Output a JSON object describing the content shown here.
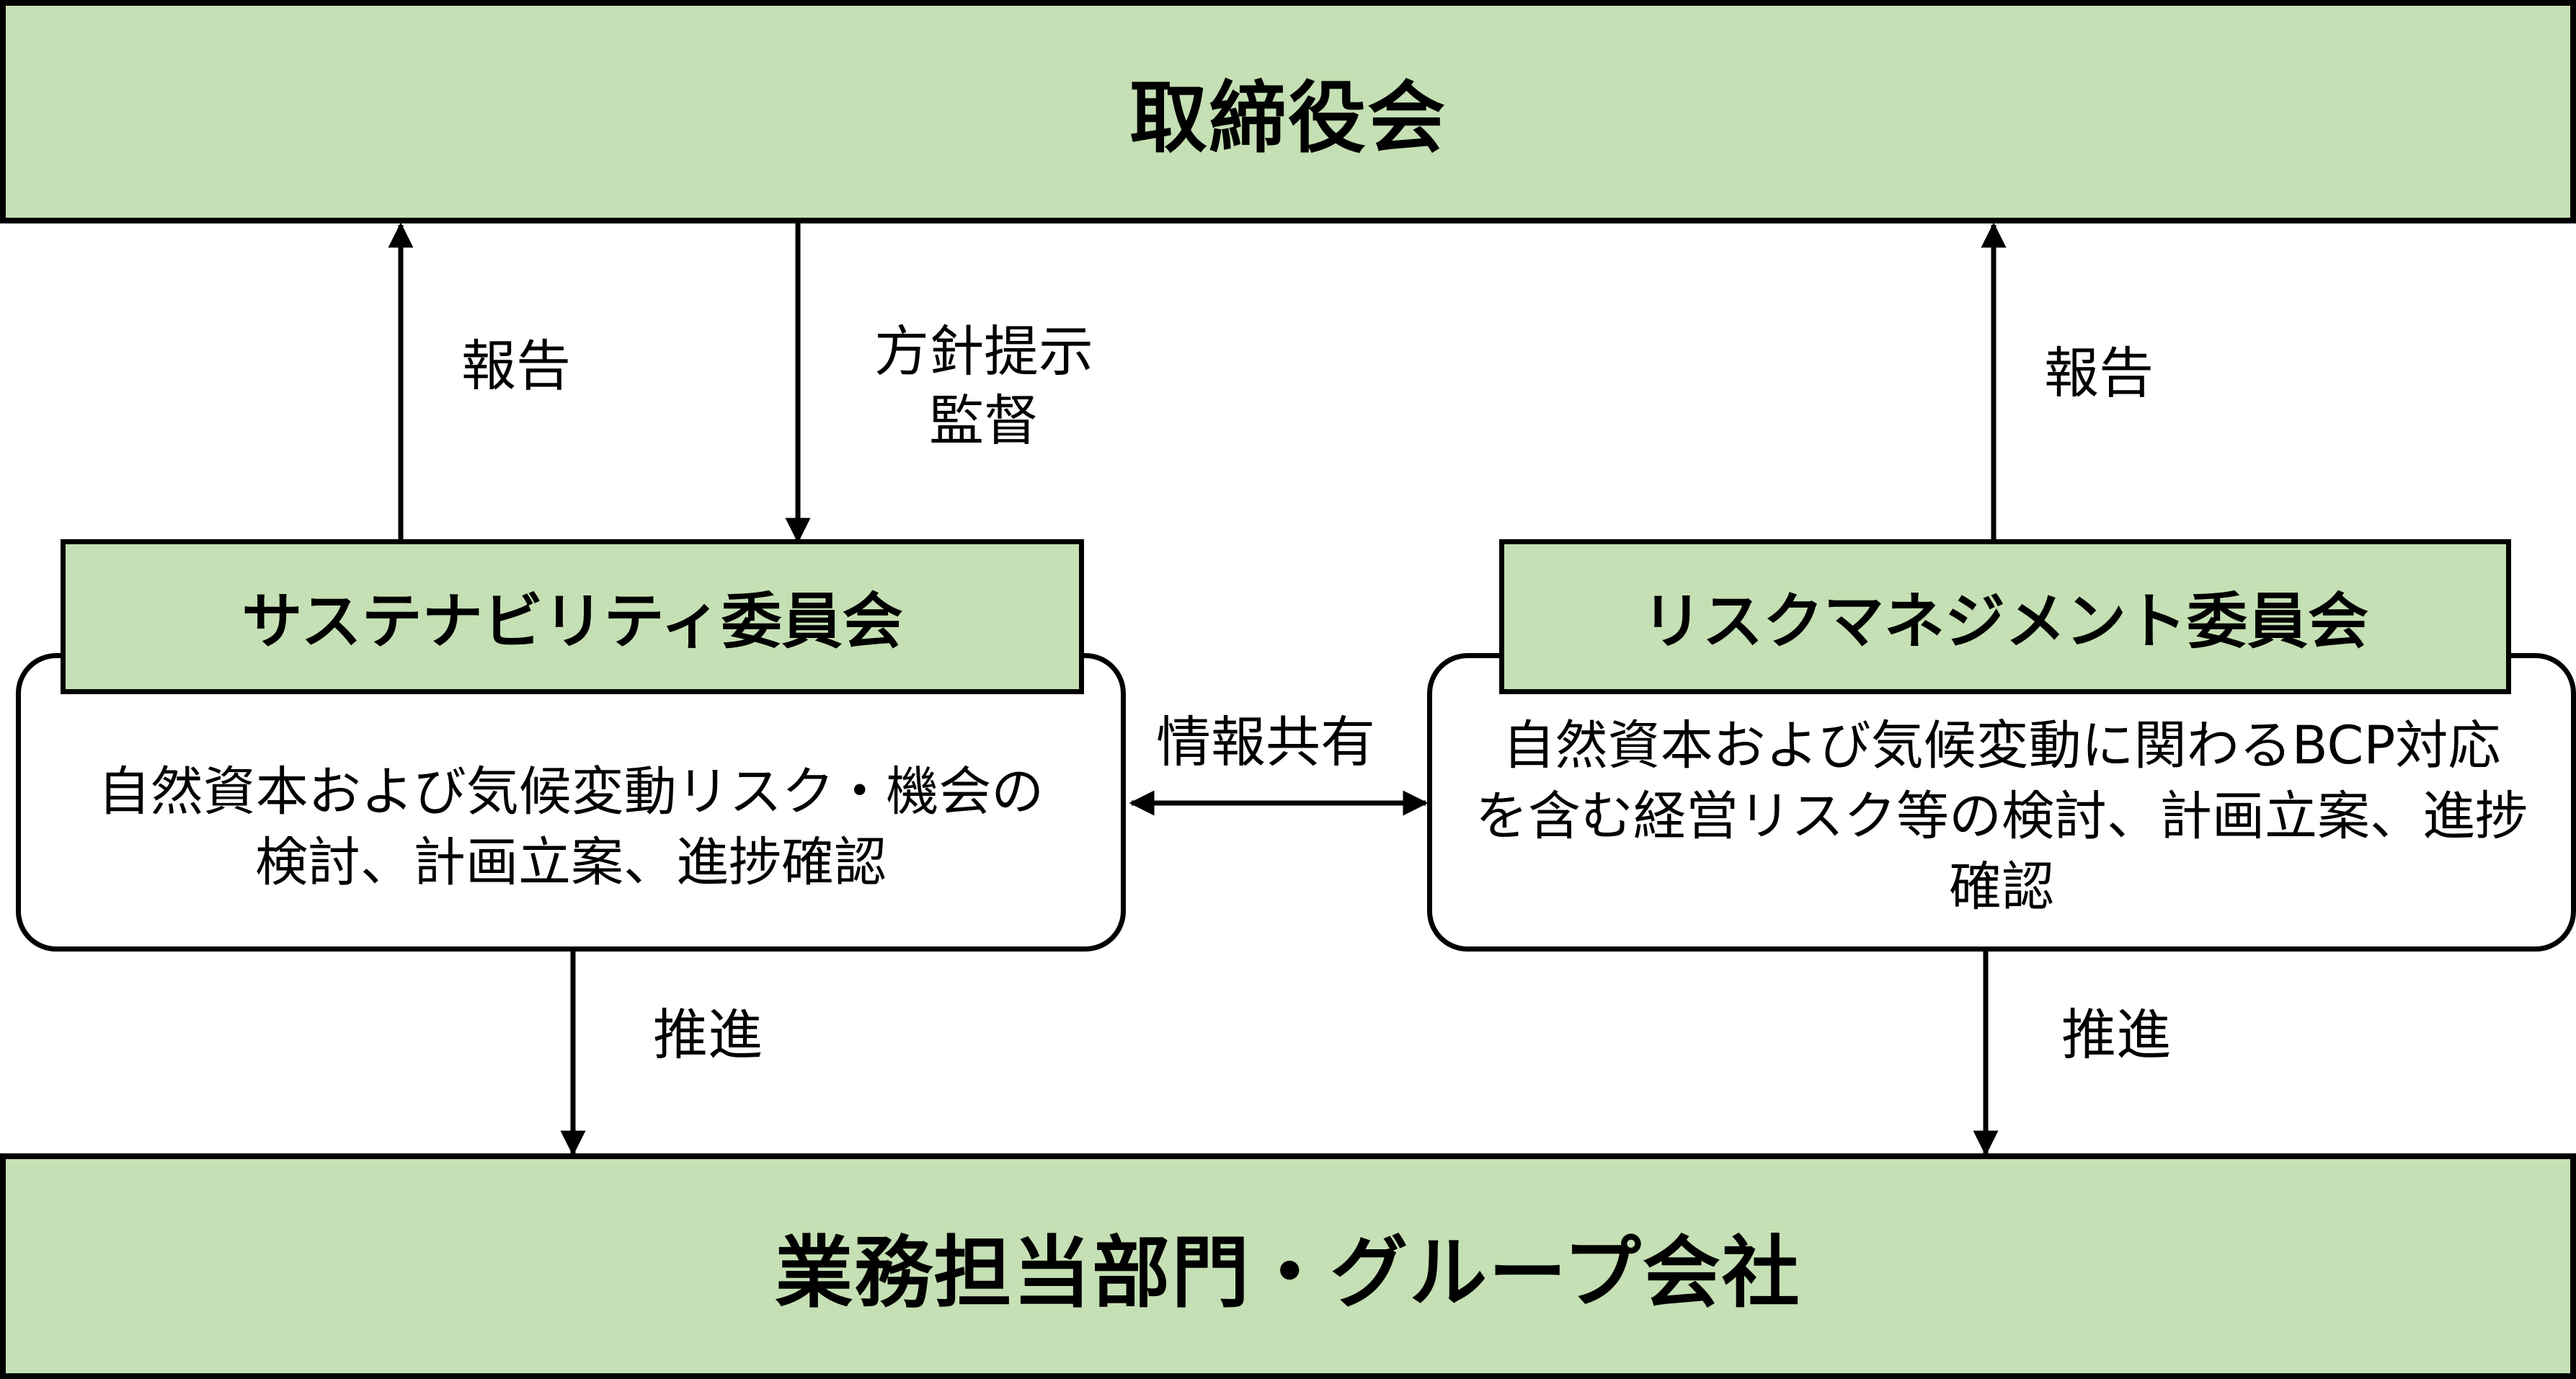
{
  "board": {
    "title": "取締役会"
  },
  "operations": {
    "title": "業務担当部門・グループ会社"
  },
  "sustainability": {
    "title": "サステナビリティ委員会",
    "desc_lines": [
      "自然資本および気候変動リスク・機会の",
      "検討、計画立案、進捗確認"
    ]
  },
  "risk": {
    "title": "リスクマネジメント委員会",
    "desc_lines": [
      "自然資本および気候変動に関わるBCP対応",
      "を含む経営リスク等の検討、計画立案、進捗",
      "確認"
    ]
  },
  "labels": {
    "report_left": "報告",
    "policy": "方針提示",
    "supervision": "監督",
    "report_right": "報告",
    "info_sharing": "情報共有",
    "promote_left": "推進",
    "promote_right": "推進"
  }
}
